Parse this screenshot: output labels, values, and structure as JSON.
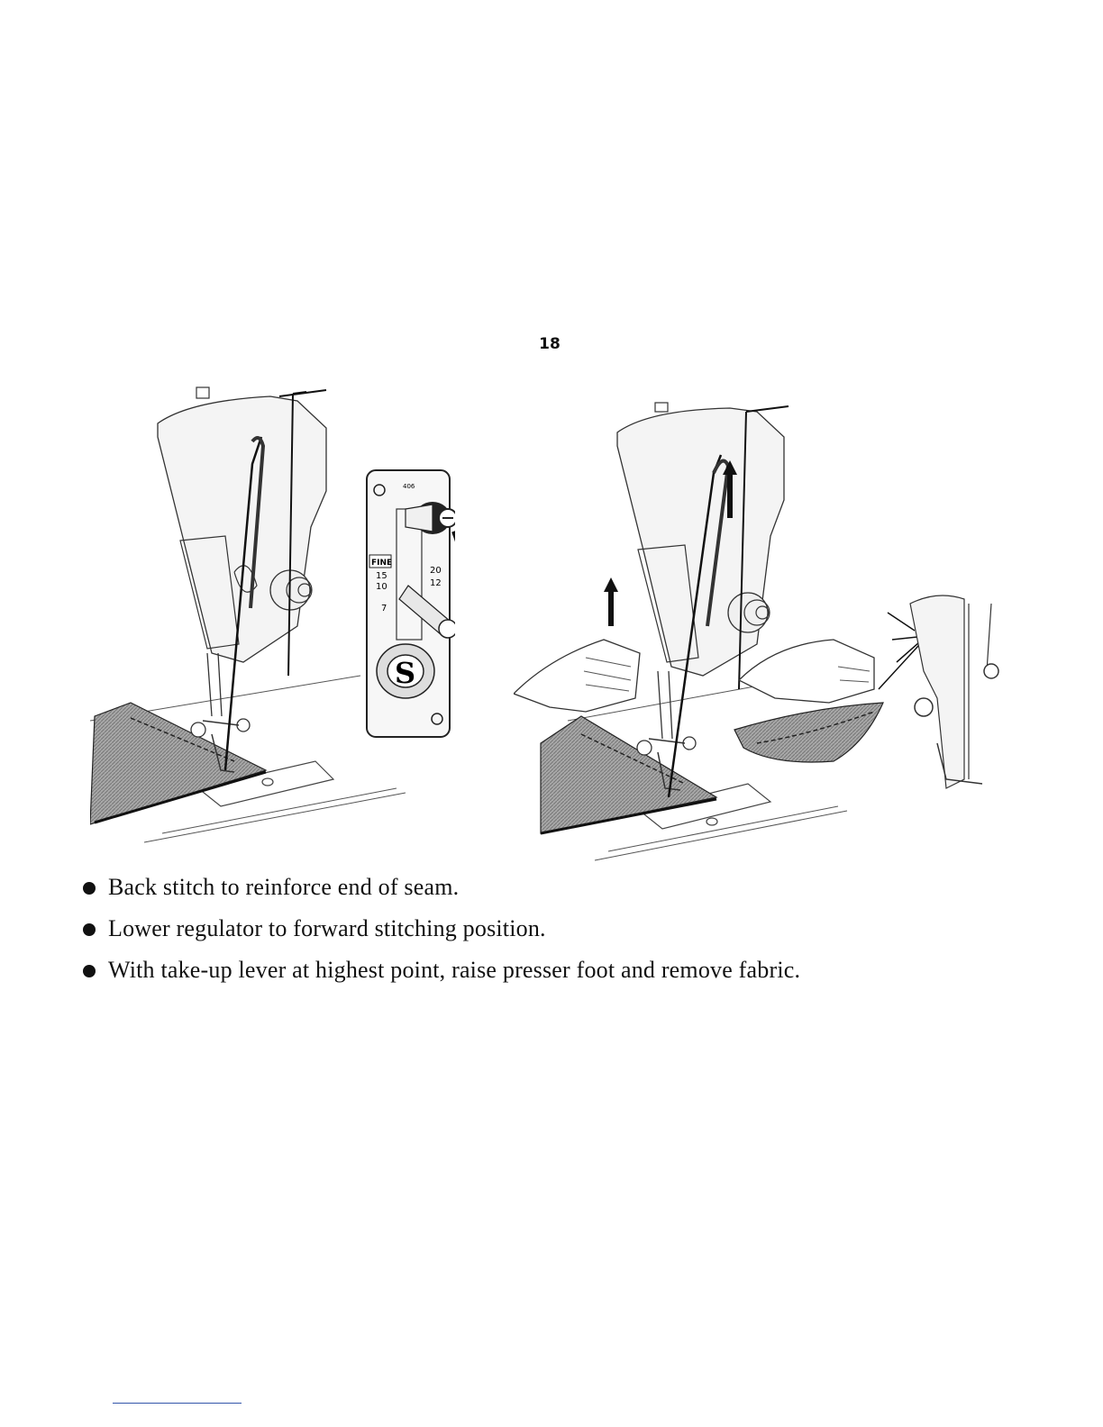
{
  "page": {
    "number": "18"
  },
  "dial_plate": {
    "numbers": [
      "406",
      "FINE",
      "20",
      "12",
      "15",
      "10",
      "7"
    ],
    "logo_letter": "S"
  },
  "instructions": [
    "Back stitch to reinforce end of seam.",
    "Lower regulator to forward stitching position.",
    "With take-up lever at highest point, raise presser foot and remove fabric."
  ],
  "colors": {
    "ink": "#111111",
    "fabric": "#9a9a9a",
    "paper": "#ffffff"
  }
}
